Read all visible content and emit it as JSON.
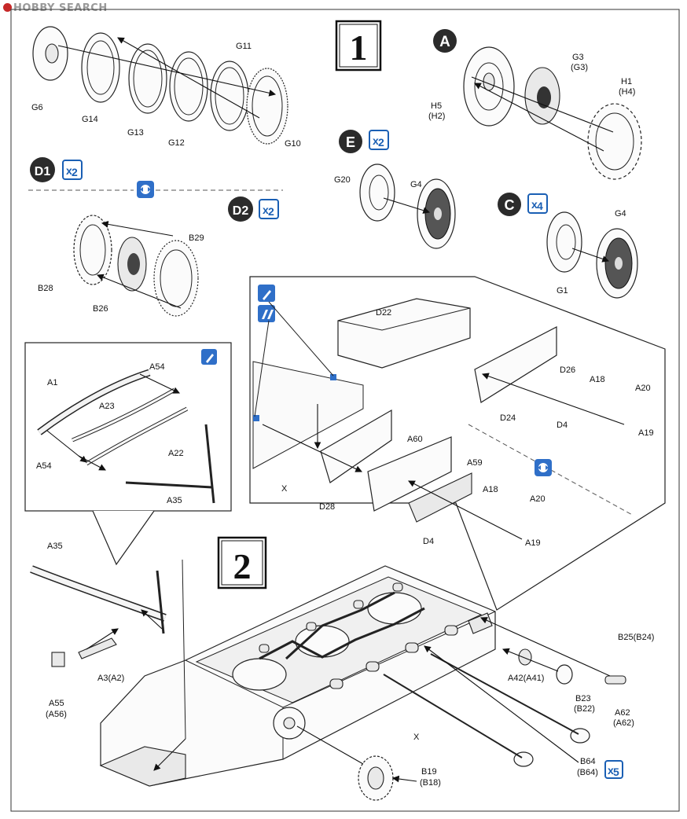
{
  "watermark": "HOBBY SEARCH",
  "steps": {
    "one": "1",
    "two": "2"
  },
  "variants": {
    "A": {
      "letter": "A"
    },
    "E": {
      "letter": "E",
      "qty": "2"
    },
    "C": {
      "letter": "C",
      "qty": "4"
    },
    "D1": {
      "letter": "D1",
      "qty": "2"
    },
    "D2": {
      "letter": "D2",
      "qty": "2"
    },
    "multiplier_sign": "x"
  },
  "parts": {
    "G6": "G6",
    "G14": "G14",
    "G13": "G13",
    "G12": "G12",
    "G11": "G11",
    "G10": "G10",
    "G3": "G3",
    "G3p": "(G3)",
    "H1": "H1",
    "H4p": "(H4)",
    "H5": "H5",
    "H2p": "(H2)",
    "G20": "G20",
    "G4a": "G4",
    "G4b": "G4",
    "G1": "G1",
    "B29": "B29",
    "B28": "B28",
    "B26": "B26",
    "A1": "A1",
    "A54a": "A54",
    "A54b": "A54",
    "A23": "A23",
    "A22": "A22",
    "A35a": "A35",
    "D22": "D22",
    "D26": "D26",
    "D24": "D24",
    "D4a": "D4",
    "D4b": "D4",
    "A18a": "A18",
    "A18b": "A18",
    "A20a": "A20",
    "A20b": "A20",
    "A19a": "A19",
    "A19b": "A19",
    "A60": "A60",
    "A59": "A59",
    "D28": "D28",
    "Xa": "X",
    "A35b": "A35",
    "A3": "A3(A2)",
    "A55": "A55",
    "A56p": "(A56)",
    "B25": "B25(B24)",
    "A42": "A42(A41)",
    "B23": "B23",
    "B22p": "(B22)",
    "A62": "A62",
    "A62p": "(A62)",
    "B64": "B64",
    "B64p": "(B64)",
    "B64qty": "5",
    "B19": "B19",
    "B18p": "(B18)",
    "Xb": "X"
  },
  "colors": {
    "badge": "#2b2b2b",
    "blue": "#2f6fc8",
    "accent_red": "#c62828"
  }
}
